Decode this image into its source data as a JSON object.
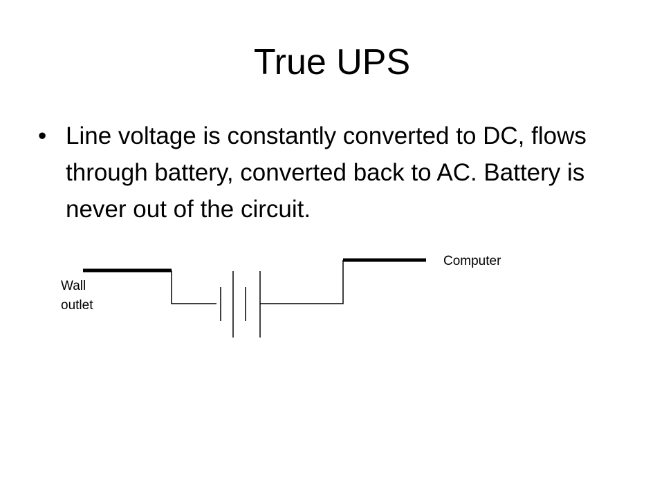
{
  "slide": {
    "title": "True UPS",
    "bullets": [
      "Line voltage is constantly converted to DC, flows through battery, converted back to AC. Battery is never out of the circuit."
    ]
  },
  "diagram": {
    "source_label": "Wall outlet",
    "load_label": "Computer"
  }
}
